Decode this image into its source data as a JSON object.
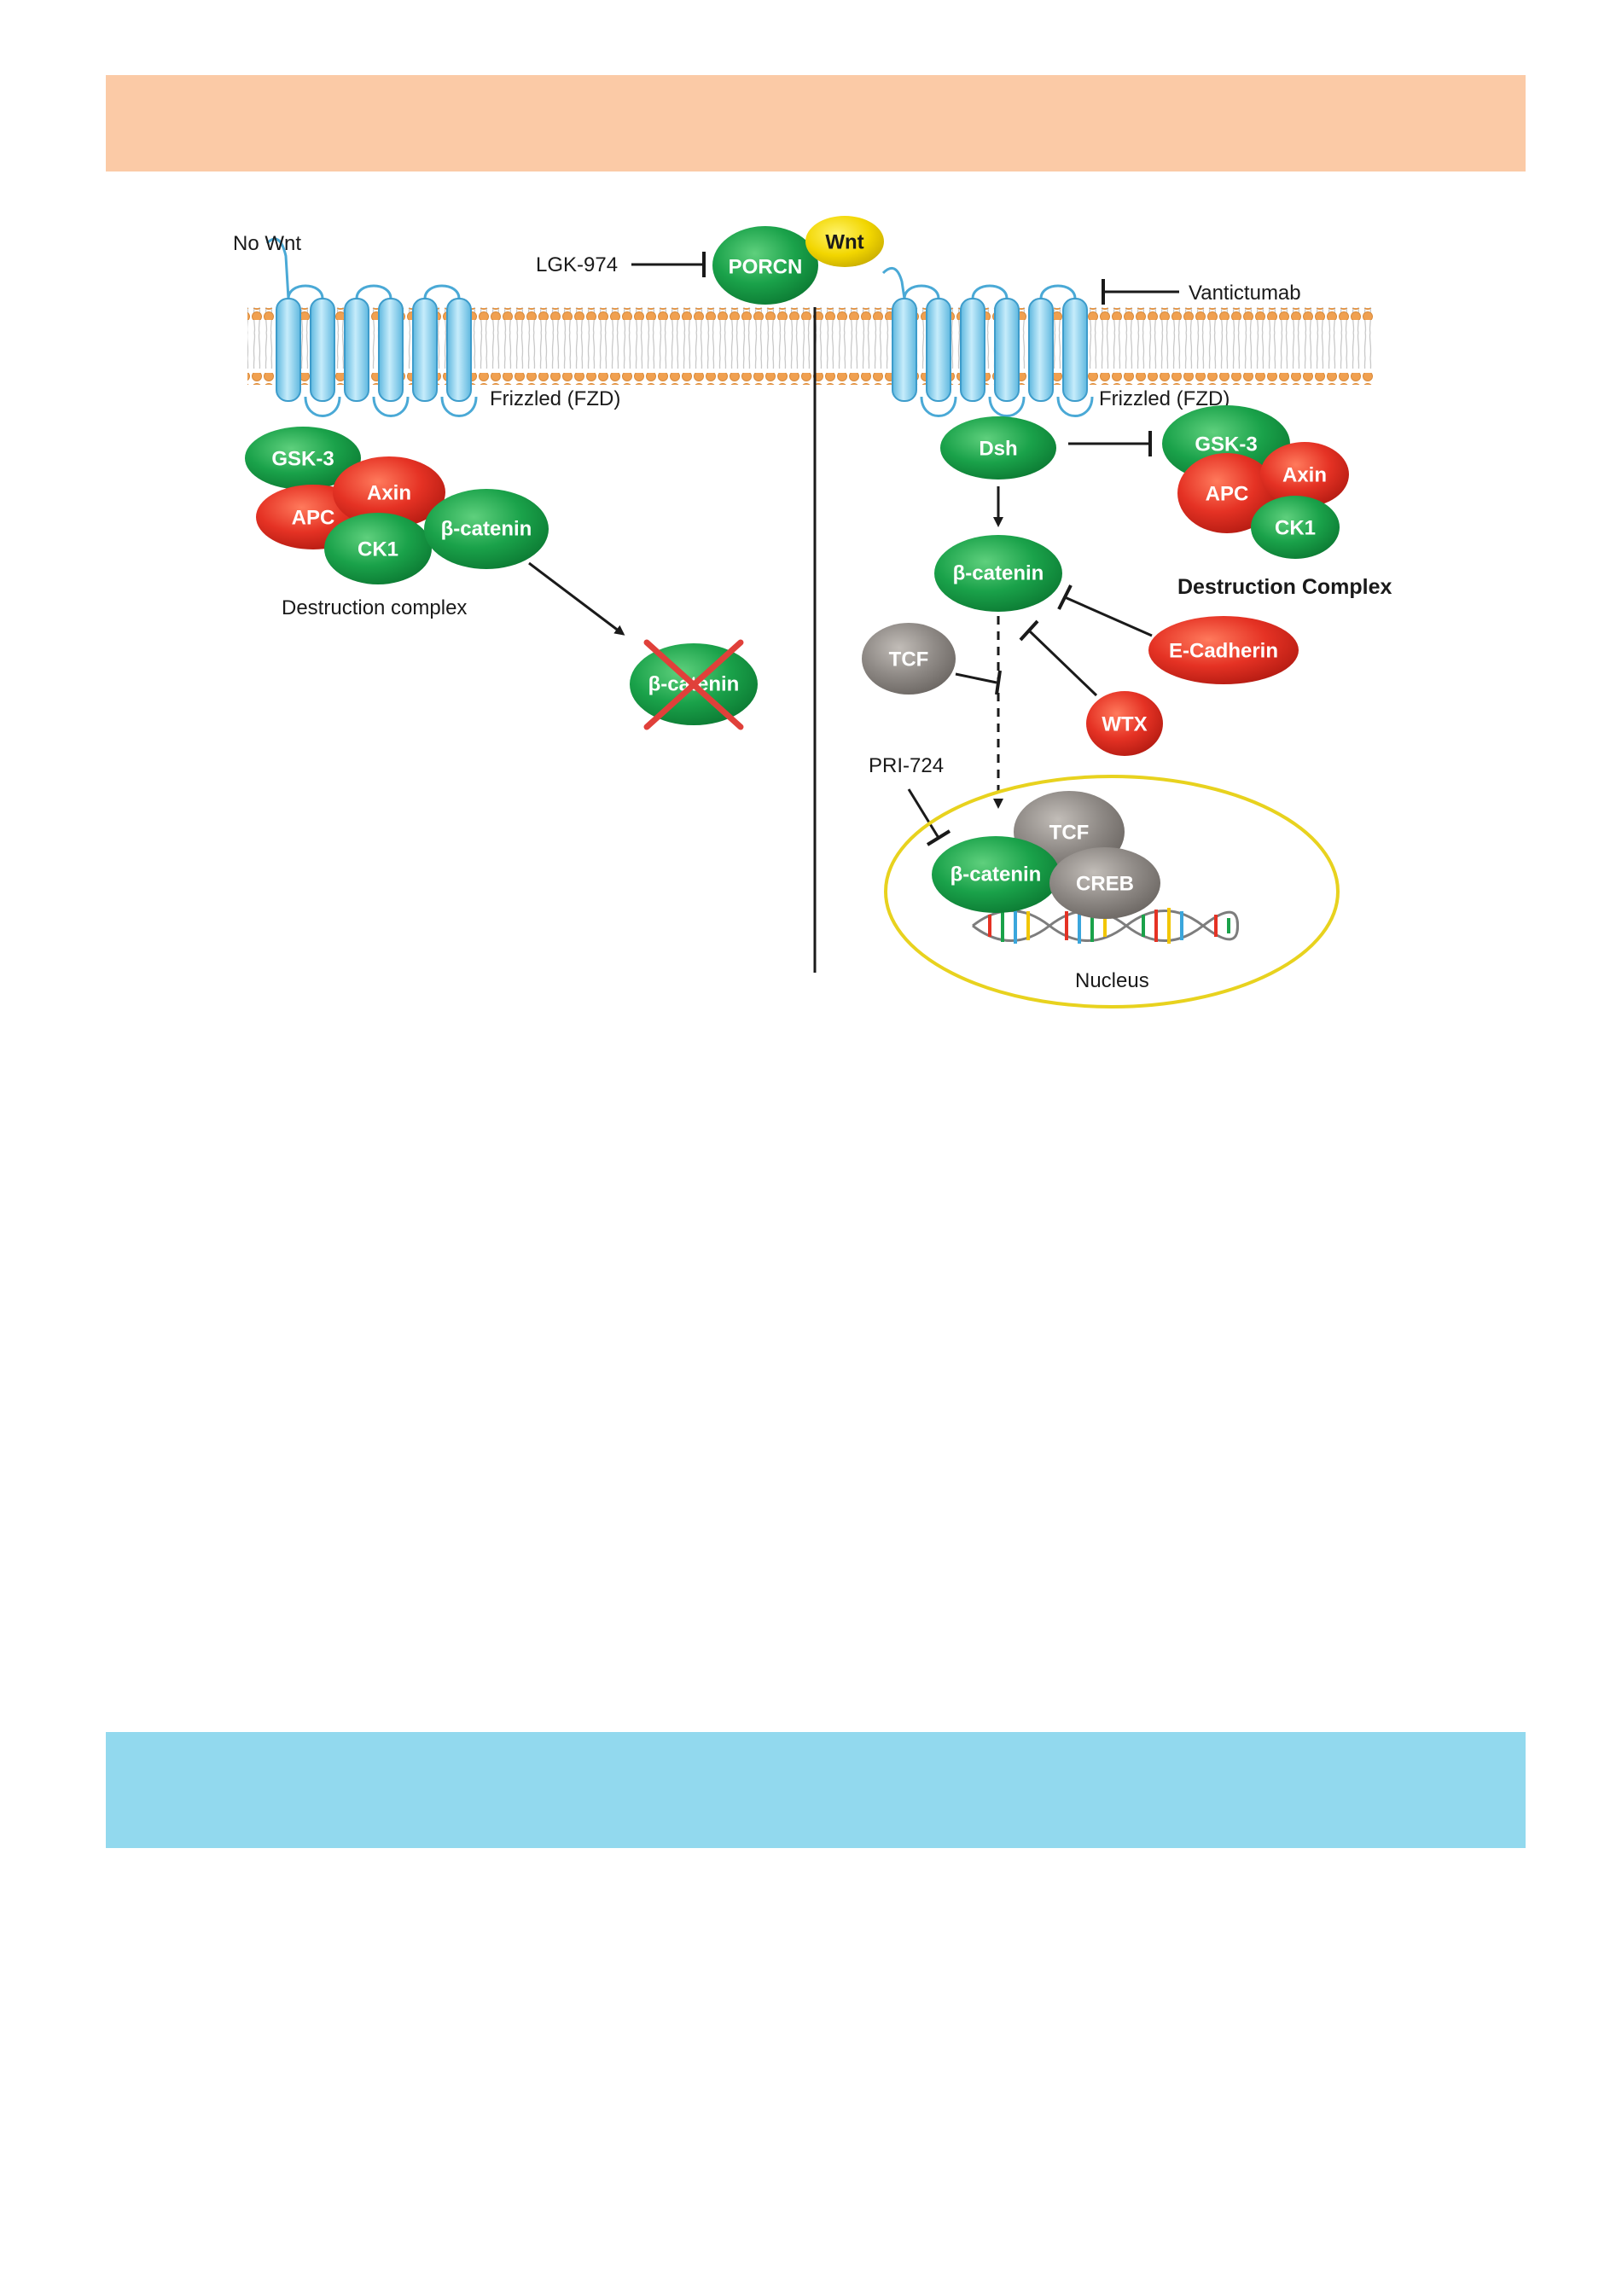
{
  "labels": {
    "no_wnt": "No Wnt",
    "lgk974": "LGK-974",
    "vantictumab": "Vantictumab",
    "frizzled_left": "Frizzled (FZD)",
    "frizzled_right": "Frizzled (FZD)",
    "destruction_complex_left": "Destruction complex",
    "destruction_complex_right": "Destruction Complex",
    "pri724": "PRI-724",
    "nucleus": "Nucleus"
  },
  "proteins": {
    "porcn": "PORCN",
    "wnt": "Wnt",
    "gsk3_left": "GSK-3",
    "axin_left": "Axin",
    "apc_left": "APC",
    "ck1_left": "CK1",
    "bcatenin_left": "β-catenin",
    "bcatenin_degraded": "β-catenin",
    "dsh": "Dsh",
    "gsk3_right": "GSK-3",
    "axin_right": "Axin",
    "apc_right": "APC",
    "ck1_right": "CK1",
    "bcatenin_right": "β-catenin",
    "tcf_cyto": "TCF",
    "ecadherin": "E-Cadherin",
    "wtx": "WTX",
    "tcf_nuc": "TCF",
    "bcatenin_nuc": "β-catenin",
    "creb": "CREB"
  },
  "colors": {
    "top_band": "#fbcaa6",
    "bottom_band": "#92d9ee",
    "membrane_bead": "#f0a050",
    "receptor": "#8fd0ec",
    "green_protein": "#1aa24a",
    "red_protein": "#e53224",
    "gray_protein": "#8f8a86",
    "yellow_protein": "#f2d600",
    "nucleus_outline": "#e8d21e",
    "degradation_cross": "#e0403a"
  }
}
